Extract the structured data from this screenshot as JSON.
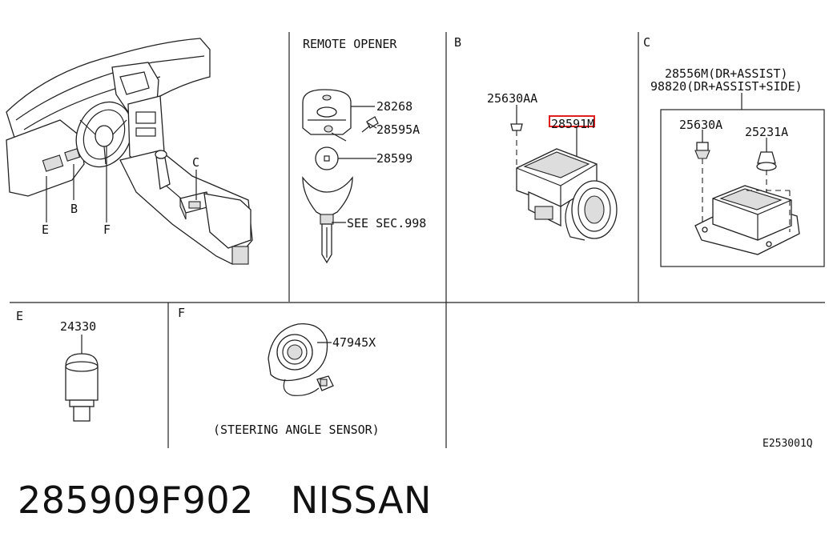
{
  "panels": {
    "remote_title": "REMOTE OPENER",
    "b_letter": "B",
    "c_letter": "C",
    "e_letter": "E",
    "f_letter": "F"
  },
  "overview_callouts": {
    "e": "E",
    "b": "B",
    "f": "F",
    "c": "C"
  },
  "remote_parts": {
    "p1": "28268",
    "p2": "28595A",
    "p3": "28599",
    "p4": "SEE SEC.998"
  },
  "b_parts": {
    "p1": "25630AA",
    "p2": "28591M"
  },
  "c_parts": {
    "header1": "28556M(DR+ASSIST)",
    "header2": "98820(DR+ASSIST+SIDE)",
    "p1": "25630A",
    "p2": "25231A"
  },
  "e_parts": {
    "p1": "24330"
  },
  "f_parts": {
    "p1": "47945X",
    "caption": "(STEERING ANGLE SENSOR)"
  },
  "diagram_code": "E253001Q",
  "highlight_color": "#e02020",
  "footer": {
    "part_number": "285909F902",
    "brand": "NISSAN"
  }
}
